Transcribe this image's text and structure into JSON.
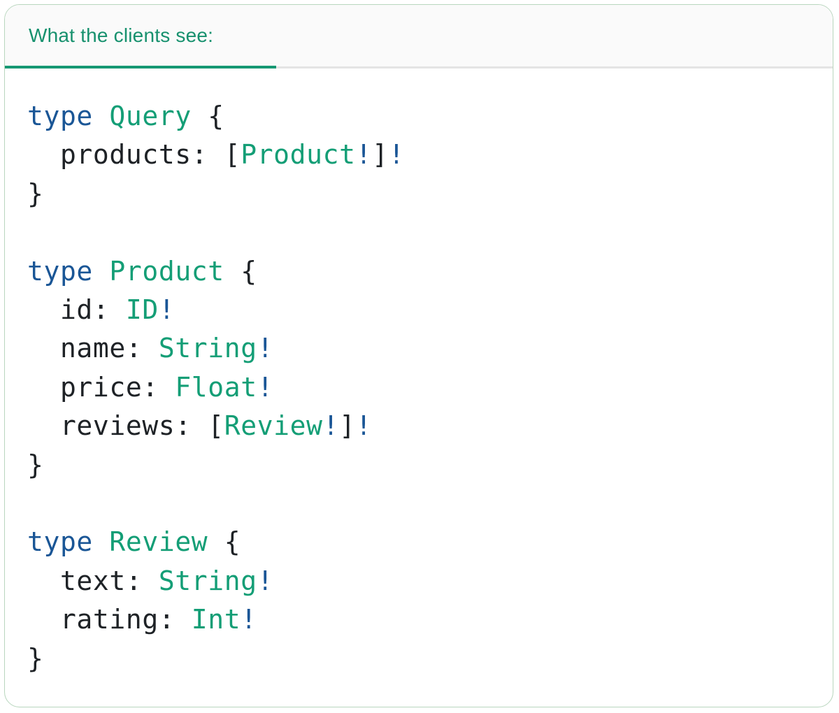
{
  "tab": {
    "label": "What the clients see:"
  },
  "code": {
    "language": "graphql",
    "lines": [
      [
        {
          "t": "type",
          "c": "kw"
        },
        {
          "t": " ",
          "c": "pl"
        },
        {
          "t": "Query",
          "c": "ty"
        },
        {
          "t": " {",
          "c": "pl"
        }
      ],
      [
        {
          "t": "  products: [",
          "c": "pl"
        },
        {
          "t": "Product",
          "c": "ty"
        },
        {
          "t": "!",
          "c": "bang"
        },
        {
          "t": "]",
          "c": "pl"
        },
        {
          "t": "!",
          "c": "bang"
        }
      ],
      [
        {
          "t": "}",
          "c": "pl"
        }
      ],
      [],
      [
        {
          "t": "type",
          "c": "kw"
        },
        {
          "t": " ",
          "c": "pl"
        },
        {
          "t": "Product",
          "c": "ty"
        },
        {
          "t": " {",
          "c": "pl"
        }
      ],
      [
        {
          "t": "  id: ",
          "c": "pl"
        },
        {
          "t": "ID",
          "c": "ty"
        },
        {
          "t": "!",
          "c": "bang"
        }
      ],
      [
        {
          "t": "  name: ",
          "c": "pl"
        },
        {
          "t": "String",
          "c": "ty"
        },
        {
          "t": "!",
          "c": "bang"
        }
      ],
      [
        {
          "t": "  price: ",
          "c": "pl"
        },
        {
          "t": "Float",
          "c": "ty"
        },
        {
          "t": "!",
          "c": "bang"
        }
      ],
      [
        {
          "t": "  reviews: [",
          "c": "pl"
        },
        {
          "t": "Review",
          "c": "ty"
        },
        {
          "t": "!",
          "c": "bang"
        },
        {
          "t": "]",
          "c": "pl"
        },
        {
          "t": "!",
          "c": "bang"
        }
      ],
      [
        {
          "t": "}",
          "c": "pl"
        }
      ],
      [],
      [
        {
          "t": "type",
          "c": "kw"
        },
        {
          "t": " ",
          "c": "pl"
        },
        {
          "t": "Review",
          "c": "ty"
        },
        {
          "t": " {",
          "c": "pl"
        }
      ],
      [
        {
          "t": "  text: ",
          "c": "pl"
        },
        {
          "t": "String",
          "c": "ty"
        },
        {
          "t": "!",
          "c": "bang"
        }
      ],
      [
        {
          "t": "  rating: ",
          "c": "pl"
        },
        {
          "t": "Int",
          "c": "ty"
        },
        {
          "t": "!",
          "c": "bang"
        }
      ],
      [
        {
          "t": "}",
          "c": "pl"
        }
      ]
    ]
  },
  "colors": {
    "accent-green": "#169873",
    "header-text": "#17916E",
    "keyword-blue": "#1A5696",
    "type-green": "#149E76",
    "code-text": "#1E2226",
    "tab-line-gray": "#E4E4E4",
    "card-border": "#B9D6BE",
    "tabbar-bg": "#FAFAFA",
    "card-bg": "#FFFFFF"
  }
}
